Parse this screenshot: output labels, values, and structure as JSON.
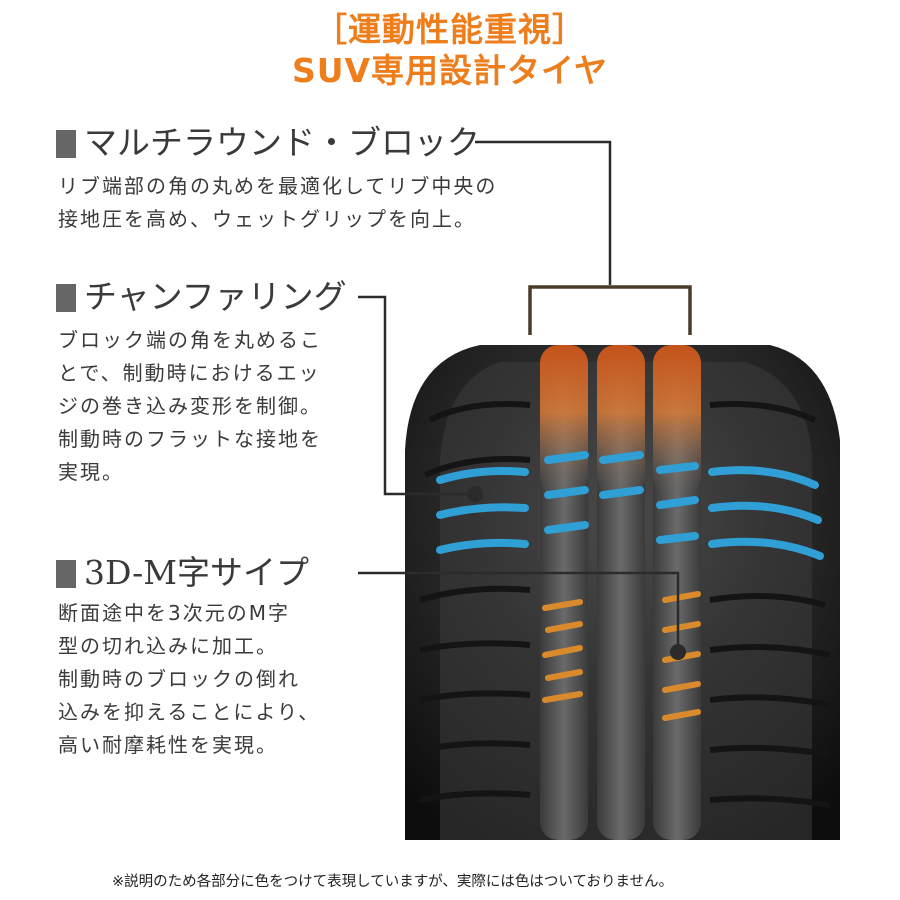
{
  "header": {
    "line1": "［運動性能重視］",
    "line2": "SUV専用設計タイヤ"
  },
  "features": [
    {
      "title": "マルチラウンド・ブロック",
      "desc": [
        "リブ端部の角の丸めを最適化してリブ中央の",
        "接地圧を高め、ウェットグリップを向上。"
      ]
    },
    {
      "title": "チャンファリング",
      "desc": [
        "ブロック端の角を丸めるこ",
        "とで、制動時におけるエッ",
        "ジの巻き込み変形を制御。",
        "制動時のフラットな接地を",
        "実現。"
      ]
    },
    {
      "title": "3D-M字サイプ",
      "desc": [
        "断面途中を3次元のM字",
        "型の切れ込みに加工。",
        "制動時のブロックの倒れ",
        "込みを抑えることにより、",
        "高い耐摩耗性を実現。"
      ]
    }
  ],
  "note": "※説明のため各部分に色をつけて表現していますが、実際には色はついておりません。",
  "colors": {
    "accent_orange": "#ee7d1c",
    "rib_orange": "#d8641e",
    "groove_blue": "#2f9fd6",
    "sipe_orange": "#d98a2c",
    "bracket": "#4a3a28",
    "tire_dark": "#1d1d1d"
  }
}
